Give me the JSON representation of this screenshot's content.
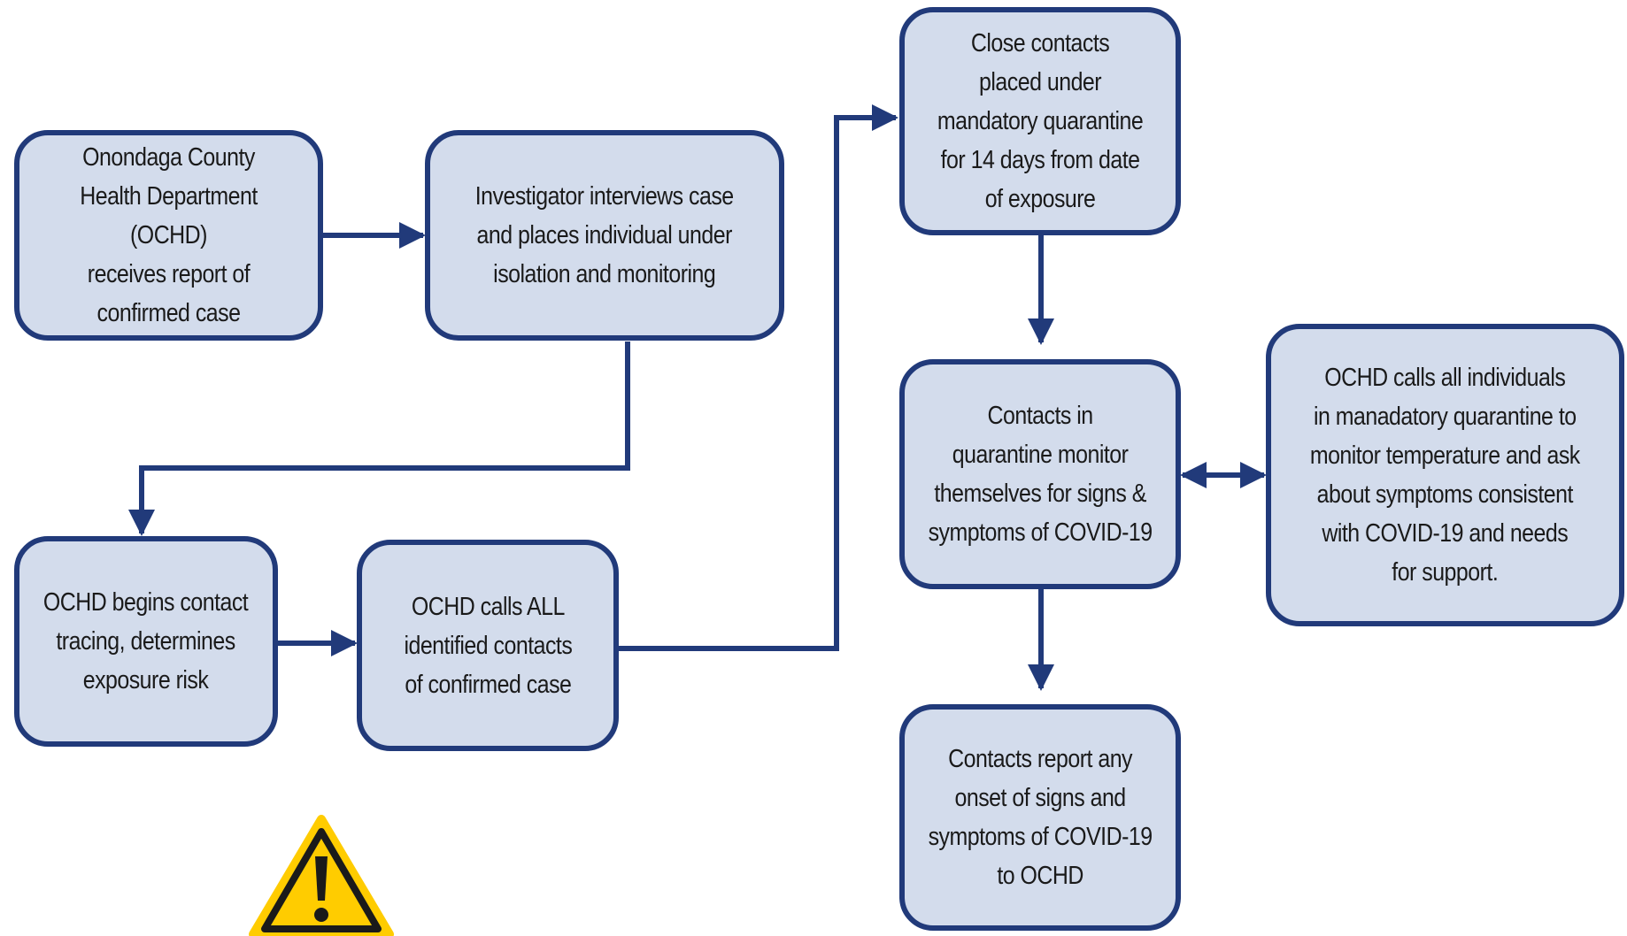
{
  "colors": {
    "box_fill": "#d3dcec",
    "box_border": "#213a7a",
    "connector": "#213a7a",
    "warning_fill": "#ffcc00"
  },
  "nodes": {
    "report": {
      "text": "Onondaga County\nHealth Department (OCHD)\nreceives report of\nconfirmed case"
    },
    "interview": {
      "text": "Investigator interviews case\nand places individual under\nisolation and monitoring"
    },
    "tracing": {
      "text": "OCHD begins contact\ntracing, determines\nexposure risk"
    },
    "calls_all": {
      "text": "OCHD calls ALL\nidentified contacts\nof confirmed case"
    },
    "quarantine": {
      "text": "Close contacts\nplaced under\nmandatory quarantine\nfor 14 days from date\nof exposure"
    },
    "self_monitor": {
      "text": "Contacts in\nquarantine monitor\nthemselves for signs &\nsymptoms of COVID-19"
    },
    "ochd_calls": {
      "text": "OCHD calls all individuals\nin manadatory quarantine to\nmonitor temperature and ask\nabout symptoms consistent\nwith COVID-19 and needs\nfor support."
    },
    "report_onset": {
      "text": "Contacts report any\nonset of signs and\nsymptoms of COVID-19\nto OCHD"
    }
  },
  "icons": {
    "warning": "warning-triangle-icon"
  }
}
